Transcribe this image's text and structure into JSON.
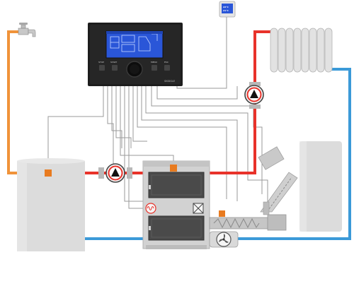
{
  "controller": {
    "brand": "SKIDGLE",
    "buttons": [
      "STOP",
      "START",
      "",
      "MENU",
      "ESC"
    ]
  },
  "room_sensor": {
    "reading_top": "22°C",
    "reading_bottom": "21°C"
  },
  "colors": {
    "hot": "#e8322a",
    "cold": "#3b9ad8",
    "domestic_hot": "#f0933a",
    "signal_wire": "#9a9a9a",
    "sensor": "#e87b20",
    "tank": "#dcdcdc",
    "boiler_body": "#d2d2d2",
    "boiler_door": "#4a4a4a",
    "controller_body": "#1d1d1d",
    "controller_screen": "#2a56d8"
  },
  "icons": [
    "water-tap-icon",
    "radiator-icon",
    "pump-icon",
    "heater-element-icon",
    "valve-icon",
    "fan-icon",
    "auger-icon"
  ]
}
